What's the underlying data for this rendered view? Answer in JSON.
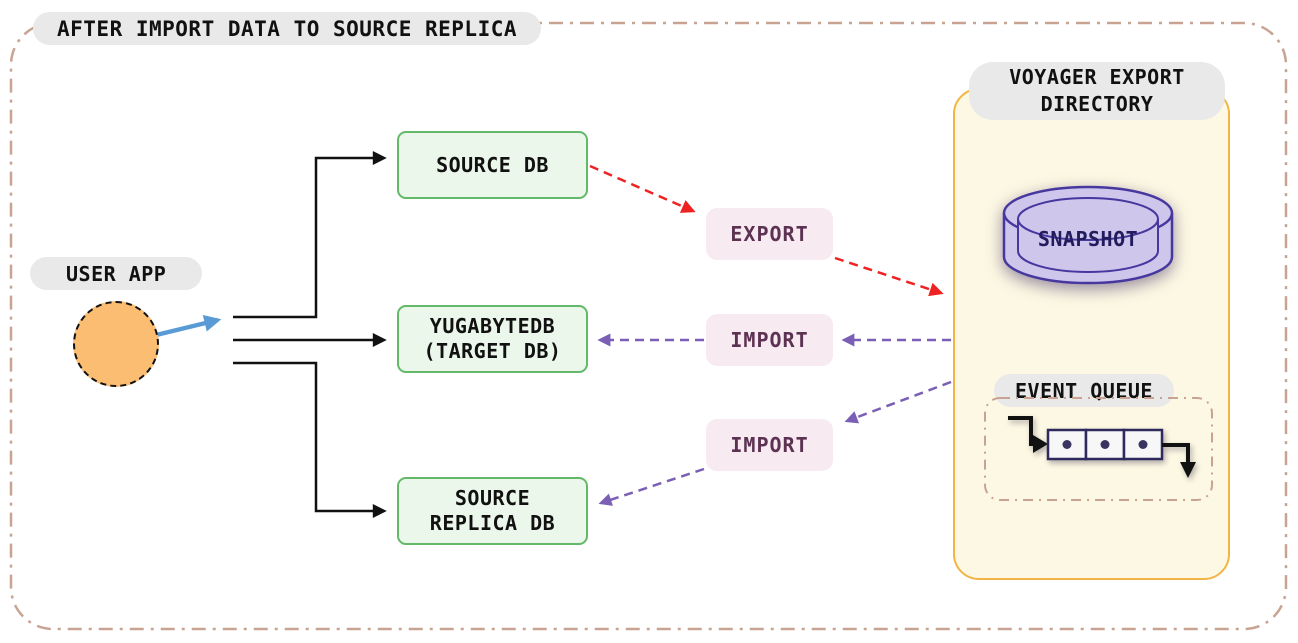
{
  "title": "AFTER IMPORT DATA TO SOURCE REPLICA",
  "user_app": {
    "label": "USER APP"
  },
  "nodes": {
    "source_db": {
      "lines": [
        "SOURCE DB"
      ]
    },
    "target_db": {
      "lines": [
        "YUGABYTEDB",
        "(TARGET DB)"
      ]
    },
    "source_replica_db": {
      "lines": [
        "SOURCE",
        "REPLICA DB"
      ]
    }
  },
  "edge_labels": {
    "export": "EXPORT",
    "import_target": "IMPORT",
    "import_replica": "IMPORT"
  },
  "voyager": {
    "title": "VOYAGER EXPORT DIRECTORY",
    "snapshot_label": "SNAPSHOT",
    "event_queue_label": "EVENT QUEUE"
  },
  "icons": {
    "user_app": "user-app-circle-icon",
    "snapshot": "database-cylinder-icon",
    "event_queue": "queue-icon"
  },
  "colors": {
    "outer_border": "#c9a392",
    "pill_bg": "#e9e9e9",
    "circle_fill": "#fbbd72",
    "blue_arrow": "#5b9bd5",
    "black_line": "#111111",
    "green_fill": "#ecf7ec",
    "green_border": "#63b968",
    "pink_fill": "#f7eaf1",
    "pink_text": "#5c3152",
    "red_arrow": "#ee2222",
    "purple_arrow": "#7a5fb5",
    "yellow_fill": "#fdf8e3",
    "yellow_border": "#f2b545",
    "cylinder_fill": "#cfc6ec",
    "cylinder_border": "#46389e",
    "cylinder_text": "#221c5e",
    "queue_box_border": "#2e2a5e"
  }
}
